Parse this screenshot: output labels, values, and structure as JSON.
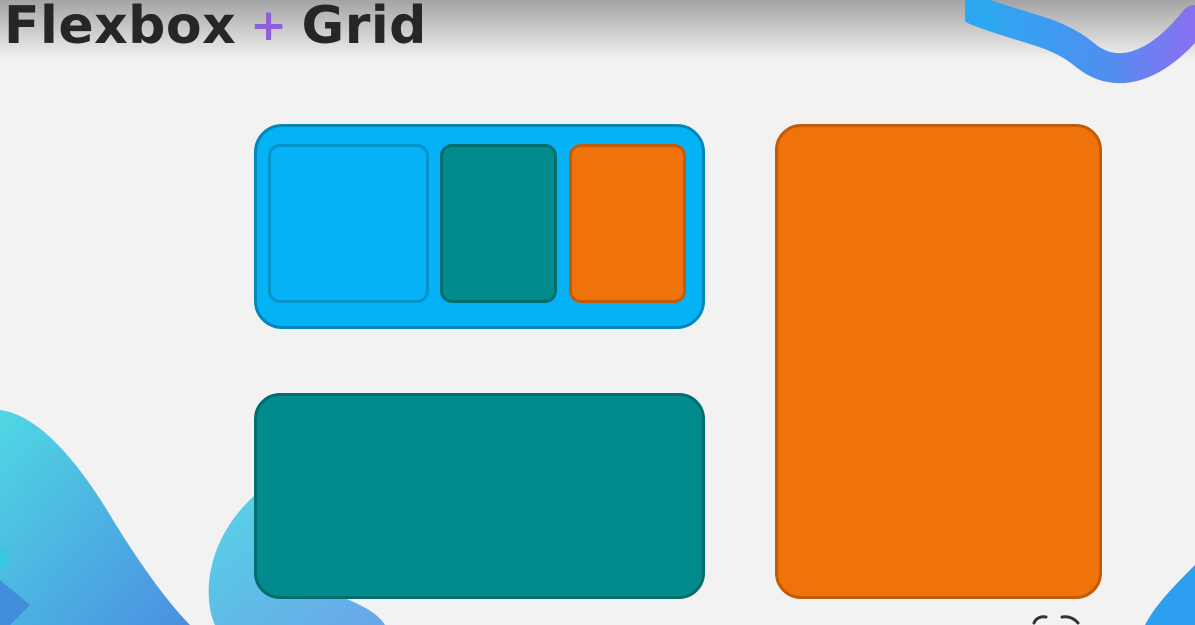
{
  "slide": {
    "title_left": "Flexbox",
    "title_plus": "+",
    "title_right": "Grid"
  },
  "colors": {
    "title_text": "#262626",
    "plus_accent": "#8e5fd6",
    "background": "#f2f2f2",
    "light_blue": "#06b2f6",
    "teal": "#028b8c",
    "orange": "#f0720a"
  },
  "shapes": {
    "flex_container": {
      "color": "light_blue",
      "children": [
        "light_blue",
        "teal",
        "orange"
      ]
    },
    "grid_wide_block": {
      "color": "teal"
    },
    "grid_tall_block": {
      "color": "orange"
    }
  },
  "icons": [
    "wave-decoration",
    "blob-decoration",
    "scroll-indicator-icon"
  ]
}
